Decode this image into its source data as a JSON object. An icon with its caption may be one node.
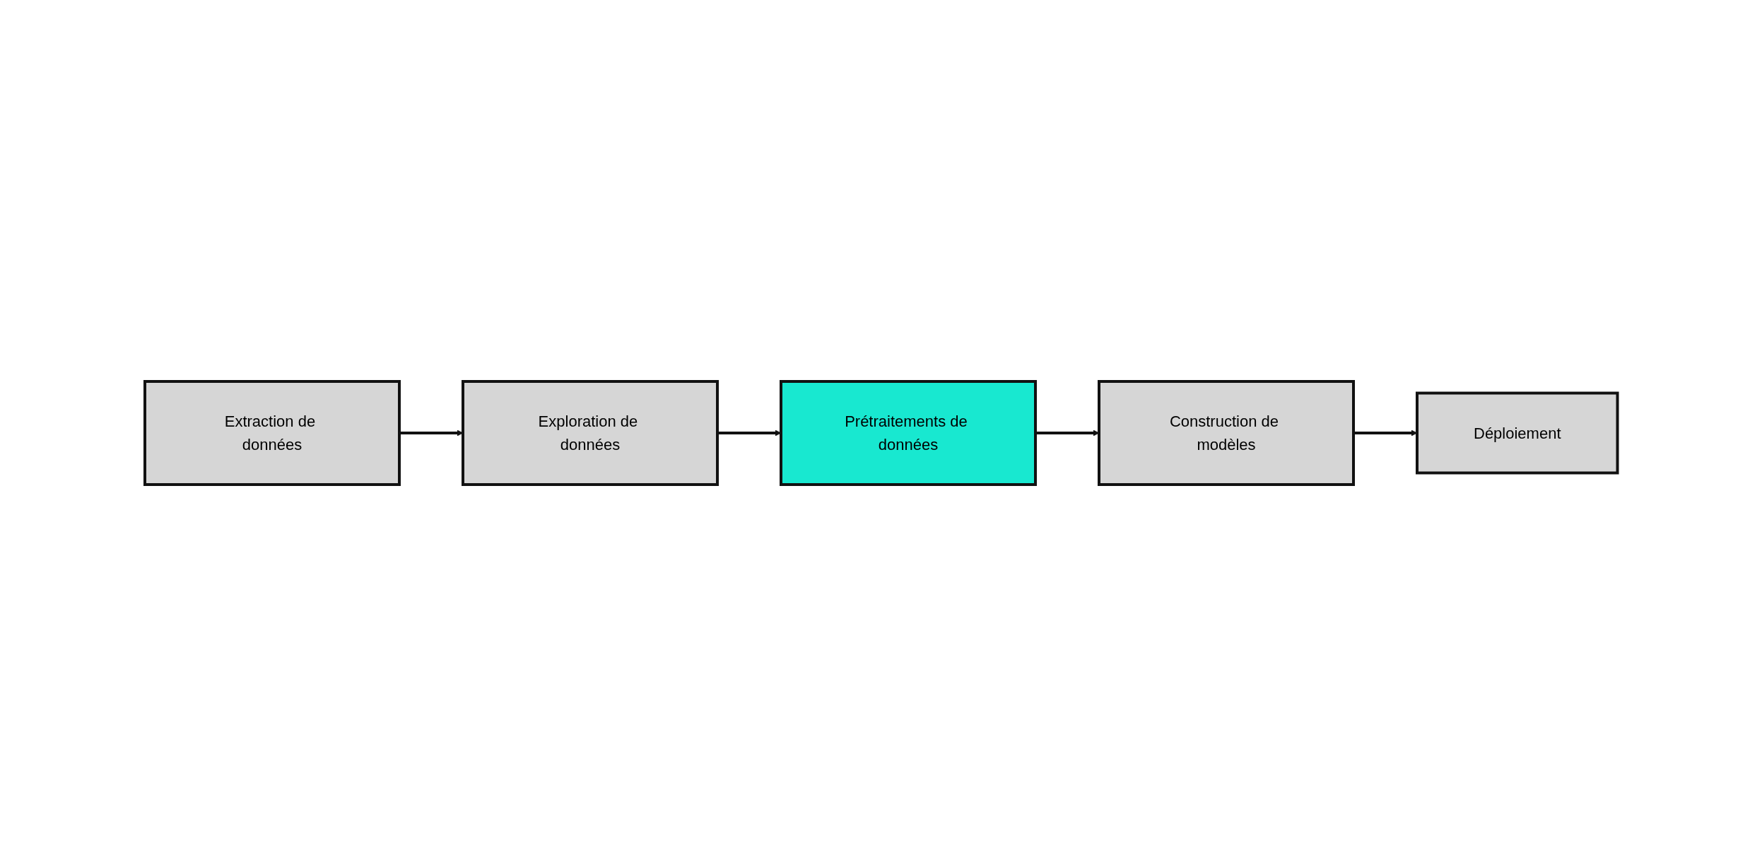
{
  "diagram": {
    "nodes": [
      {
        "text": [
          "Extraction de données"
        ]
      },
      {
        "text": [
          "Exploration de données"
        ]
      },
      {
        "text": [
          "Prétraitements de données"
        ]
      },
      {
        "text": [
          "Construction de modèles"
        ]
      },
      {
        "text": [
          "Déploiement"
        ]
      }
    ],
    "edges": [
      {
        "from": 0,
        "to": 1,
        "arrow": "to"
      },
      {
        "from": 1,
        "to": 2,
        "arrow": "to"
      },
      {
        "from": 2,
        "to": 3,
        "arrow": "to"
      },
      {
        "from": 3,
        "to": 4,
        "arrow": "to"
      }
    ]
  }
}
